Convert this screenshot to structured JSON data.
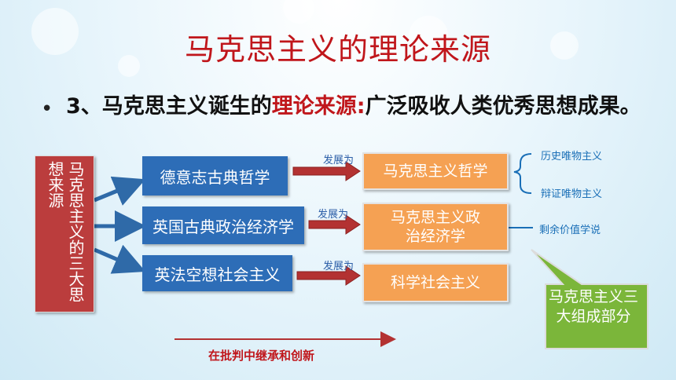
{
  "slide": {
    "title": "马克思主义的理论来源",
    "bullet_prefix": "3、马克思主义诞生的",
    "bullet_highlight": "理论来源:",
    "bullet_rest": "广泛吸收人类优秀思想成果。",
    "vertical_label": "马克思主义的三大思想来源",
    "sources": [
      "德意志古典哲学",
      "英国古典政治经济学",
      "英法空想社会主义"
    ],
    "develop_label": "发展为",
    "results": [
      "马克思主义哲学",
      "马克思主义政治经济学",
      "科学社会主义"
    ],
    "philosophy_branches": [
      "历史唯物主义",
      "辩证唯物主义"
    ],
    "economics_branch": "剩余价值学说",
    "callout": "马克思主义三大组成部分",
    "bottom_label": "在批判中继承和创新"
  },
  "colors": {
    "title": "#c0161b",
    "source_box": "#2d6db7",
    "result_box": "#f5a153",
    "vertical_box": "#bb3d3d",
    "callout": "#7bb63a",
    "arrow": "#b33232"
  }
}
